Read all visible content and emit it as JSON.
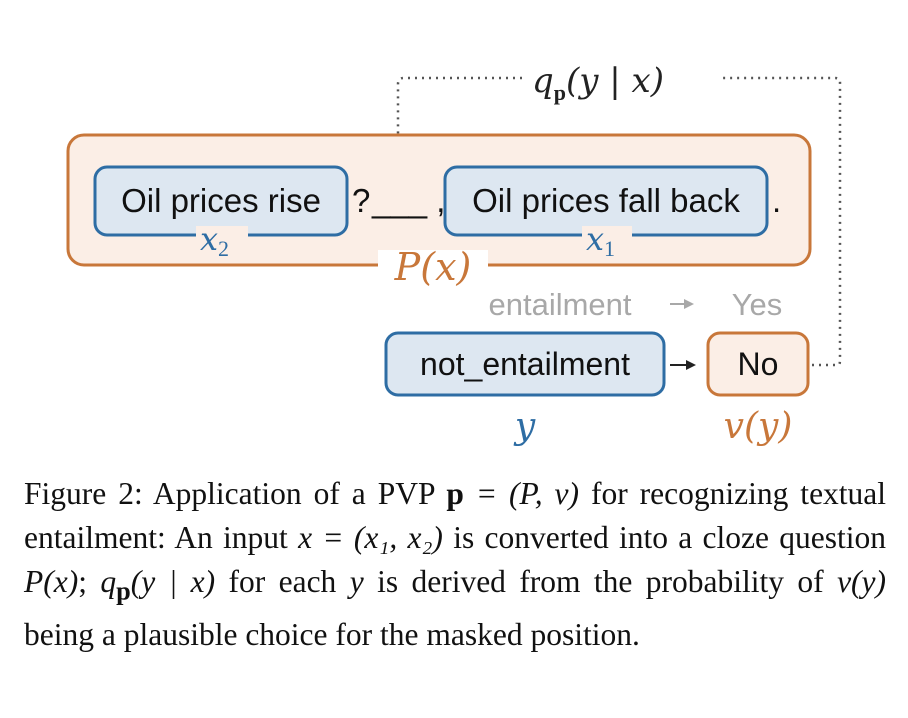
{
  "colors": {
    "orange_stroke": "#c8773a",
    "orange_fill": "#fbeee6",
    "blue_stroke": "#2e6da4",
    "blue_fill": "#dde7f1",
    "gray_text": "#a8a8a8",
    "dark": "#222222"
  },
  "diagram": {
    "q_label_main": "q",
    "q_label_sub": "p",
    "q_label_args": "(y | x)",
    "x2_box": "Oil prices rise",
    "x2_var": "x",
    "x2_sub": "2",
    "question_mark": "?",
    "mask_comma": "___ ,",
    "x1_box": "Oil prices fall back",
    "x1_var": "x",
    "x1_sub": "1",
    "period": ".",
    "pattern_label": "P(x)",
    "gray_left": "entailment",
    "gray_right": "Yes",
    "label_box": "not_entailment",
    "verbalizer_box": "No",
    "y_var": "y",
    "vy_label": "v(y)"
  },
  "caption": {
    "figure_label": "Figure 2:",
    "t1": "Application of a PVP",
    "p_bold": "p",
    "eq1": "= (P, v)",
    "t2": "for recognizing textual entailment: An input",
    "x": "x",
    "eq2": "= (x₁, x₂)",
    "t3": "is converted into a cloze question",
    "Px": "P(x)",
    "semi": ";",
    "q": "q",
    "qsub": "p",
    "qargs": "(y | x)",
    "t4": "for each",
    "y": "y",
    "t5": "is derived from the probability of",
    "vy": "v(y)",
    "t6": "being a plausible choice for the masked position."
  }
}
